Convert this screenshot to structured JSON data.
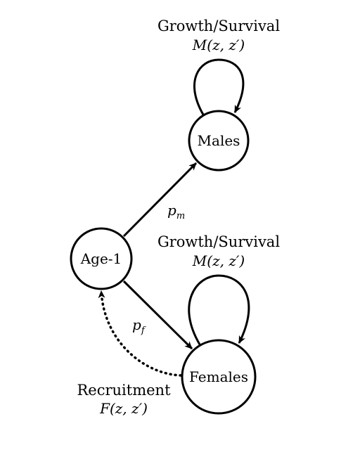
{
  "nodes": {
    "age1": "Age-1",
    "males": "Males",
    "females": "Females"
  },
  "edges": {
    "male_prob": "p_m",
    "female_prob": "p_f"
  },
  "loops": {
    "male": {
      "title": "Growth/Survival",
      "kernel": "M(z, z′)"
    },
    "female": {
      "title": "Growth/Survival",
      "kernel": "M(z, z′)"
    }
  },
  "recruitment": {
    "title": "Recruitment",
    "kernel": "F(z, z′)"
  }
}
